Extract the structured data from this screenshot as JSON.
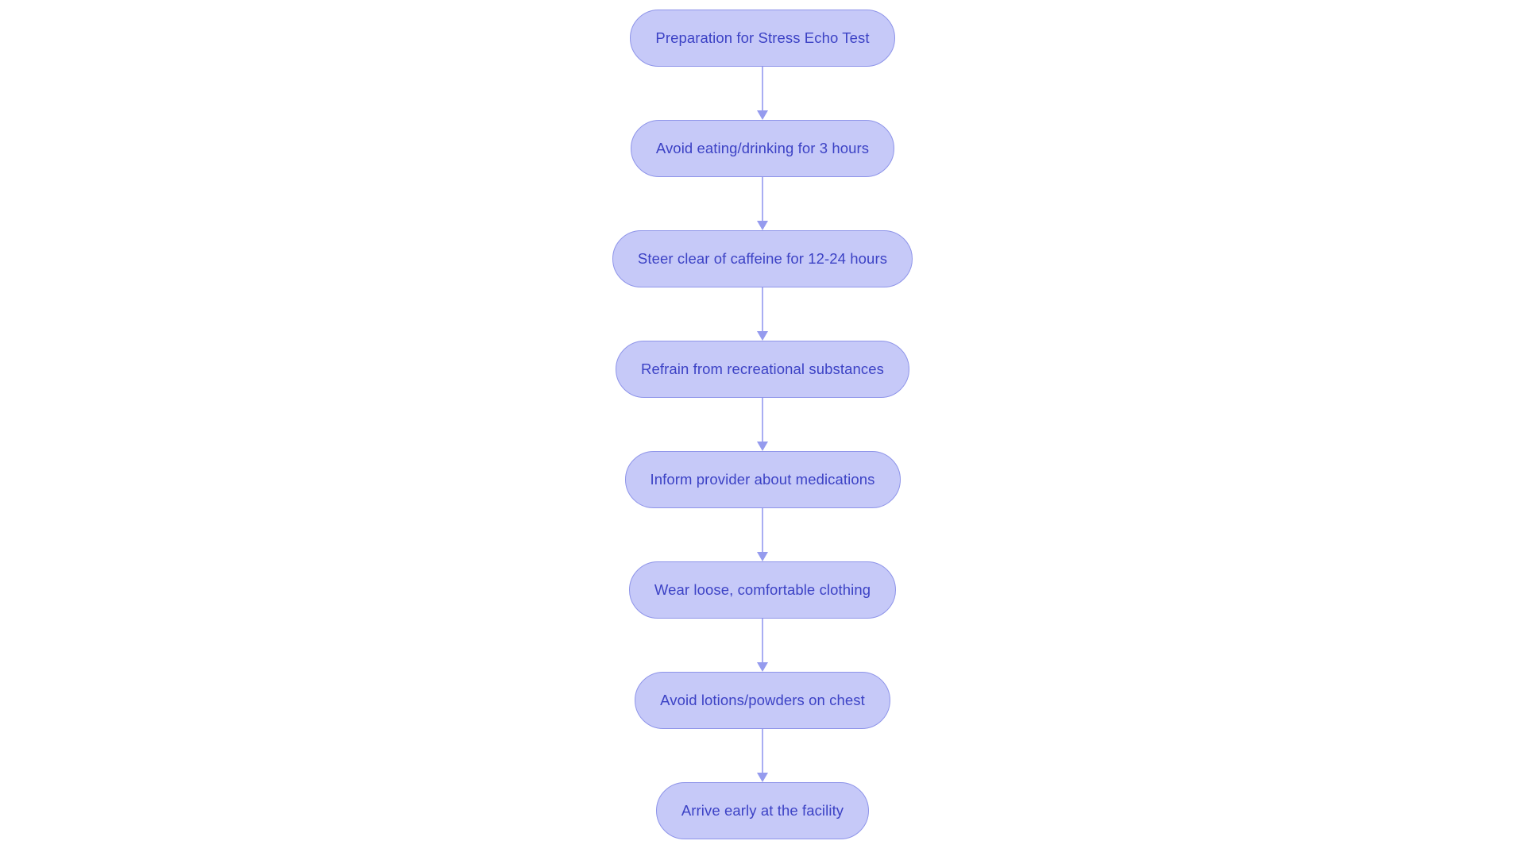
{
  "theme": {
    "background": "#ffffff",
    "node_fill": "#c6c9f8",
    "node_border": "#8e94e9",
    "node_text": "#3c42c5",
    "arrow_line": "#a9adf3",
    "arrow_head": "#959bee"
  },
  "flowchart": {
    "nodes": [
      {
        "label": "Preparation for Stress Echo Test"
      },
      {
        "label": "Avoid eating/drinking for 3 hours"
      },
      {
        "label": "Steer clear of caffeine for 12-24 hours"
      },
      {
        "label": "Refrain from recreational substances"
      },
      {
        "label": "Inform provider about medications"
      },
      {
        "label": "Wear loose, comfortable clothing"
      },
      {
        "label": "Avoid lotions/powders on chest"
      },
      {
        "label": "Arrive early at the facility"
      }
    ]
  }
}
